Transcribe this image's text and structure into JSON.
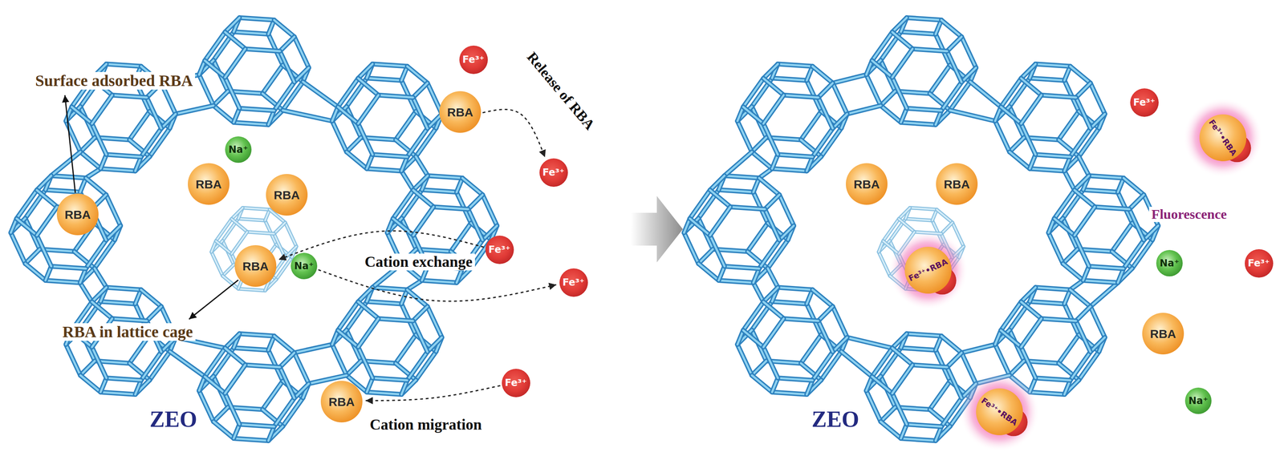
{
  "diagram": {
    "nodes": [
      {
        "text": [
          "Fe³⁺"
        ]
      },
      {
        "text": [
          "RBA"
        ]
      },
      {
        "text": [
          "Na⁺"
        ]
      },
      {
        "text": [
          "RBA"
        ]
      },
      {
        "text": [
          "RBA"
        ]
      },
      {
        "text": [
          "Fe³⁺"
        ]
      },
      {
        "text": [
          "RBA"
        ]
      },
      {
        "text": [
          "Fe³⁺"
        ]
      },
      {
        "text": [
          "RBA"
        ]
      },
      {
        "text": [
          "Na⁺"
        ]
      },
      {
        "text": [
          "Fe³⁺"
        ]
      },
      {
        "text": [
          "Fe³⁺"
        ]
      },
      {
        "text": [
          "RBA"
        ]
      },
      {
        "text": [
          "Fe³⁺"
        ]
      },
      {
        "text": [
          "Fe³⁺•RBA"
        ]
      },
      {
        "text": [
          "RBA"
        ]
      },
      {
        "text": [
          "RBA"
        ]
      },
      {
        "text": [
          "Fe³⁺•RBA"
        ]
      },
      {
        "text": [
          "Na⁺"
        ]
      },
      {
        "text": [
          "Fe³⁺"
        ]
      },
      {
        "text": [
          "RBA"
        ]
      },
      {
        "text": [
          "Fe³⁺•RBA"
        ]
      },
      {
        "text": [
          "Na⁺"
        ]
      }
    ],
    "edges": [
      {
        "from": 1,
        "to": 5,
        "arrow": "to",
        "label": "Release of RBA"
      },
      {
        "from": 7,
        "to": 8,
        "arrow": "to",
        "label": "Cation exchange"
      },
      {
        "from": 9,
        "to": 10,
        "arrow": "to"
      },
      {
        "from": 11,
        "to": 12,
        "arrow": "to",
        "label": "Cation migration"
      }
    ],
    "labels": [
      "Surface adsorbed RBA",
      "RBA in lattice cage",
      "ZEO",
      "ZEO",
      "Fluorescence"
    ]
  }
}
